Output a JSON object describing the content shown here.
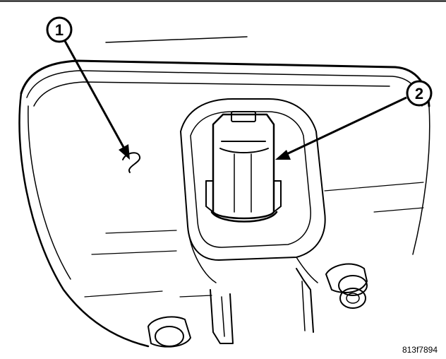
{
  "figure": {
    "callouts": [
      {
        "label": "1"
      },
      {
        "label": "2"
      }
    ],
    "figure_id": "813f7894"
  }
}
